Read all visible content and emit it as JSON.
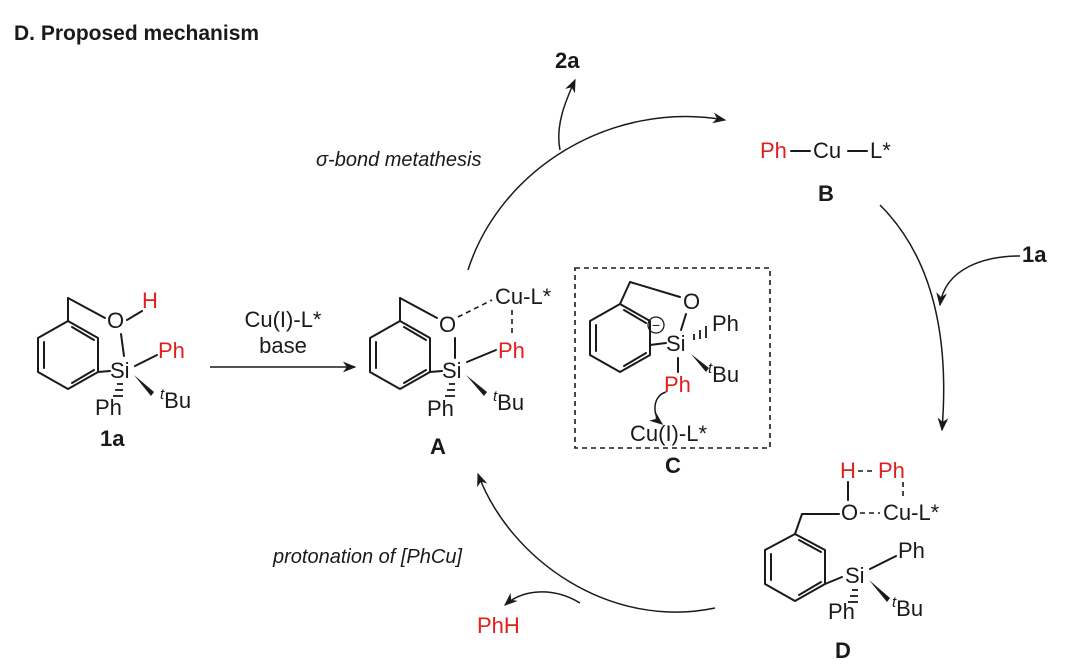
{
  "title": "D. Proposed mechanism",
  "labels": {
    "sm": "1a",
    "int_a": "A",
    "int_b": "B",
    "int_c": "C",
    "int_d": "D",
    "prod": "2a",
    "reagent_in": "1a",
    "byproduct": "PhH"
  },
  "reagents": {
    "line1": "Cu(I)-L*",
    "line2": "base"
  },
  "steps": {
    "top": "σ-bond metathesis",
    "bottom": "protonation of [PhCu]"
  },
  "atoms": {
    "O": "O",
    "H": "H",
    "Si": "Si",
    "Ph": "Ph",
    "tBu_sup": "t",
    "tBu": "Bu",
    "CuL": "Cu-L*",
    "Cu": "Cu",
    "L": "L*",
    "CuIL": "Cu(I)-L*",
    "minus": "−"
  },
  "colors": {
    "highlight": "#e0201e",
    "ink": "#1a1a1a"
  }
}
